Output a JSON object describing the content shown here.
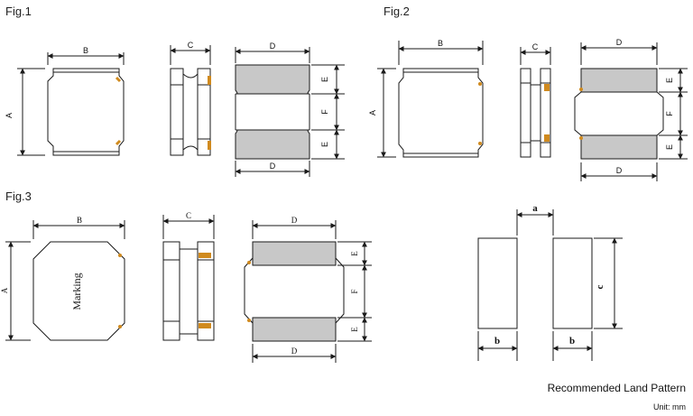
{
  "figures": {
    "fig1": "Fig.1",
    "fig2": "Fig.2",
    "fig3": "Fig.3"
  },
  "dimension_labels": {
    "A": "A",
    "B": "B",
    "C": "C",
    "D": "D",
    "E": "E",
    "F": "F"
  },
  "land_pattern_labels": {
    "a": "a",
    "b": "b",
    "c": "c"
  },
  "marking": "Marking",
  "land_pattern_title": "Recommended Land Pattern",
  "unit": "Unit: mm",
  "colors": {
    "line": "#1a1a1a",
    "core_gray": "#c8c8c8",
    "terminal": "#d08a1e"
  }
}
